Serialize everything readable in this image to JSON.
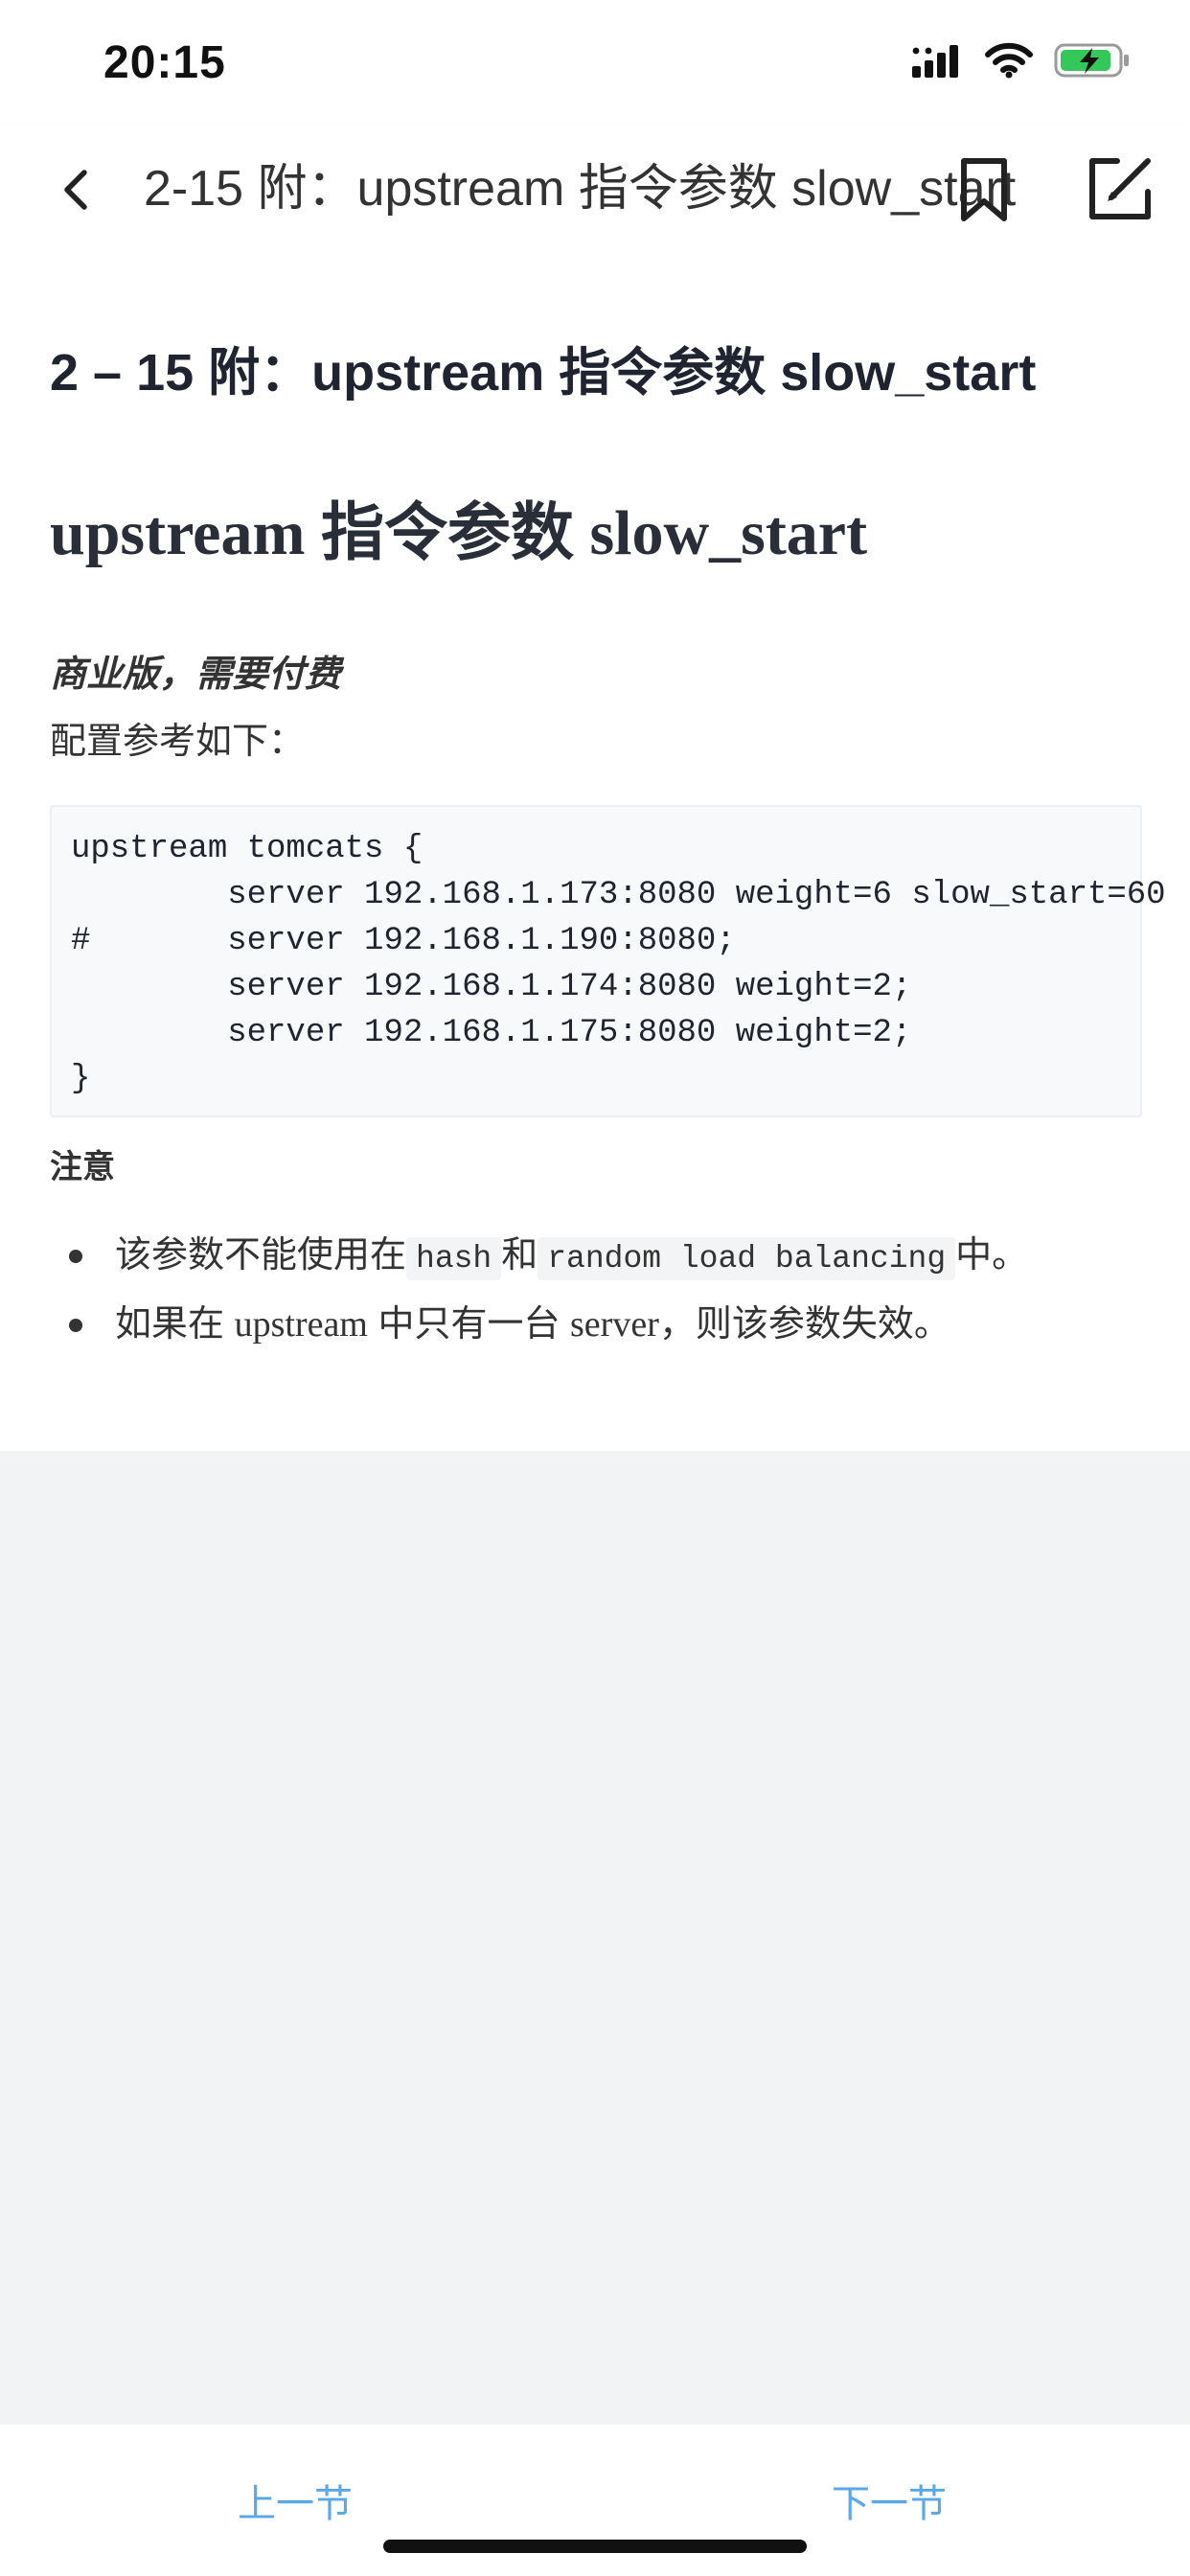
{
  "status_bar": {
    "time": "20:15"
  },
  "nav": {
    "title": "2-15 附：upstream 指令参数 slow_start"
  },
  "article": {
    "chapter_title": "2 – 15 附：upstream 指令参数 slow_start",
    "heading": "upstream 指令参数 slow_start",
    "commercial_note": "商业版，需要付费",
    "intro": "配置参考如下：",
    "code_lines": [
      "upstream tomcats {",
      "        server 192.168.1.173:8080 weight=6 slow_start=60",
      "#       server 192.168.1.190:8080;",
      "        server 192.168.1.174:8080 weight=2;",
      "        server 192.168.1.175:8080 weight=2;",
      "}"
    ],
    "notes_heading": "注意",
    "bullet1": {
      "before": "该参数不能使用在",
      "code1": "hash",
      "middle": "和",
      "code2": "random load balancing",
      "after": "中。"
    },
    "bullet2": {
      "p1": "如果在",
      "term1": "upstream",
      "p2": "中只有一台",
      "term2": "server",
      "p3": "，则该参数失效。"
    }
  },
  "footer": {
    "prev_label": "上一节",
    "next_label": "下一节"
  },
  "colors": {
    "accent": "#5aa8e8",
    "text": "#1f2430",
    "background": "#f2f3f5"
  }
}
